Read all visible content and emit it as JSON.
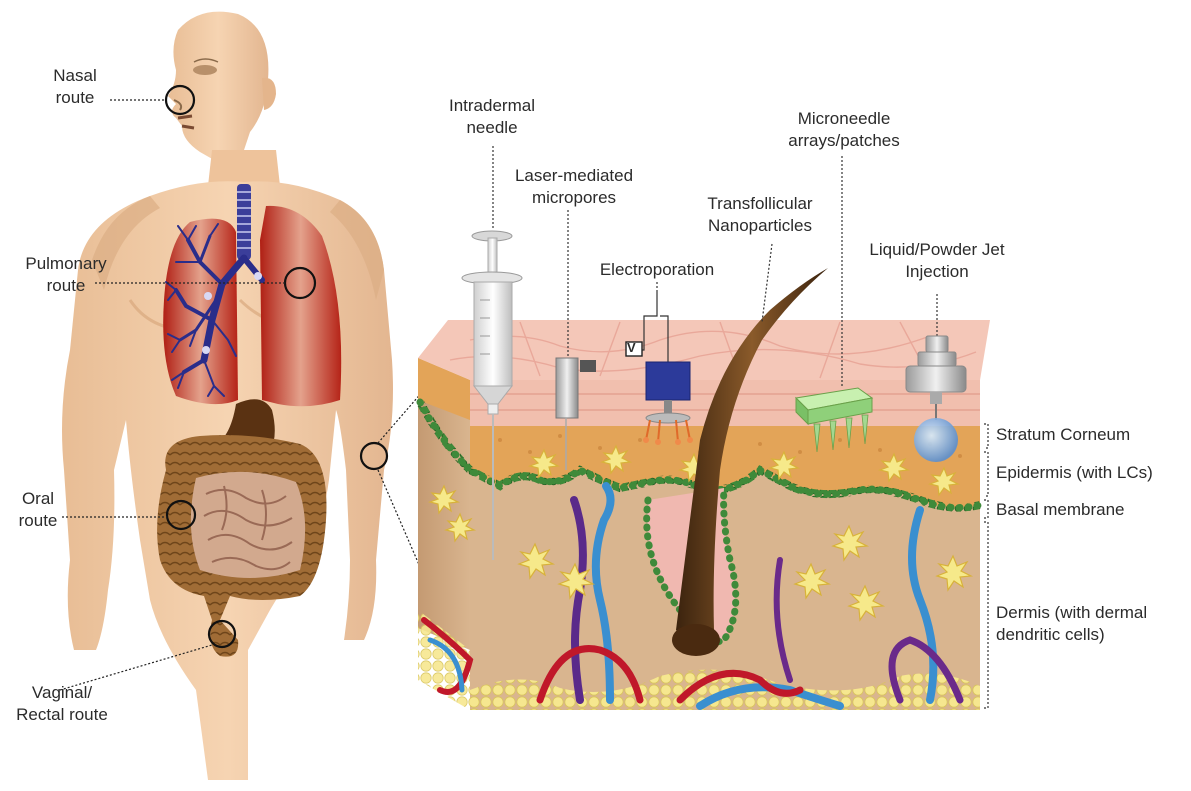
{
  "routes": {
    "nasal": [
      "Nasal",
      "route"
    ],
    "pulmonary": [
      "Pulmonary",
      "route"
    ],
    "oral": [
      "Oral",
      "route"
    ],
    "vaginal_rectal": [
      "Vaginal/",
      "Rectal route"
    ]
  },
  "devices": {
    "intradermal_needle": [
      "Intradermal",
      "needle"
    ],
    "laser": [
      "Laser-mediated",
      "micropores"
    ],
    "electroporation": [
      "Electroporation"
    ],
    "transfollicular": [
      "Transfollicular",
      "Nanoparticles"
    ],
    "microneedle": [
      "Microneedle",
      "arrays/patches"
    ],
    "jet": [
      "Liquid/Powder Jet",
      "Injection"
    ],
    "voltage_symbol": "V"
  },
  "layers": {
    "stratum_corneum": "Stratum  Corneum",
    "epidermis": "Epidermis (with LCs)",
    "basal": "Basal membrane",
    "dermis": [
      "Dermis (with dermal",
      "dendritic cells)"
    ]
  },
  "colors": {
    "skin_body": "#f2cda9",
    "skin_shadow": "#e3b690",
    "lung_red": "#c42a1c",
    "bronchi_blue": "#2a2d8a",
    "intestine": "#9b6a32",
    "stomach": "#5a3212",
    "dermis": "#d9b58f",
    "epidermis": "#e3a458",
    "stratum": "#f4c7b8",
    "membrane_dots": "#3f8a3a",
    "vessel_blue": "#3a8fd0",
    "vessel_red": "#c0182a",
    "vessel_purple": "#6a2a8a",
    "fat": "#f3e48a",
    "hair": "#5a3a1a",
    "microneedle": "#9fe08a",
    "electro_device": "#2c3a9a"
  }
}
